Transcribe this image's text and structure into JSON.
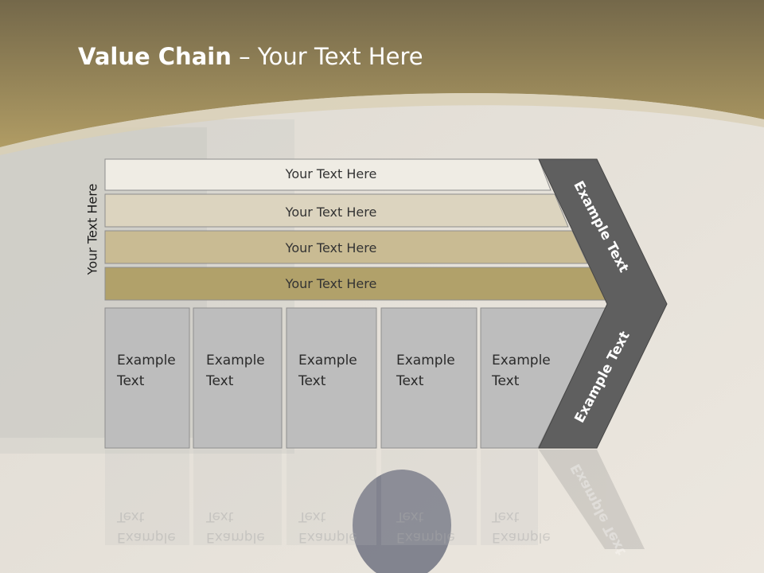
{
  "slide": {
    "title_bold": "Value Chain",
    "title_rest": " – Your Text Here",
    "side_label": "Your Text Here"
  },
  "rows": [
    {
      "label": "Your Text Here",
      "color": "#efece4"
    },
    {
      "label": "Your Text Here",
      "color": "#dcd4bf"
    },
    {
      "label": "Your Text Here",
      "color": "#c9bb93"
    },
    {
      "label": "Your Text Here",
      "color": "#b1a16a"
    }
  ],
  "boxes": [
    {
      "line1": "Example",
      "line2": "Text"
    },
    {
      "line1": "Example",
      "line2": "Text"
    },
    {
      "line1": "Example",
      "line2": "Text"
    },
    {
      "line1": "Example",
      "line2": "Text"
    },
    {
      "line1": "Example",
      "line2": "Text"
    }
  ],
  "chevron": {
    "upper_label": "Example Text",
    "lower_label": "Example Text",
    "color": "#5f5f5f"
  },
  "colors": {
    "header": "#8a7a4a",
    "accent": "#b1a16a",
    "box": "#bdbdbd"
  }
}
